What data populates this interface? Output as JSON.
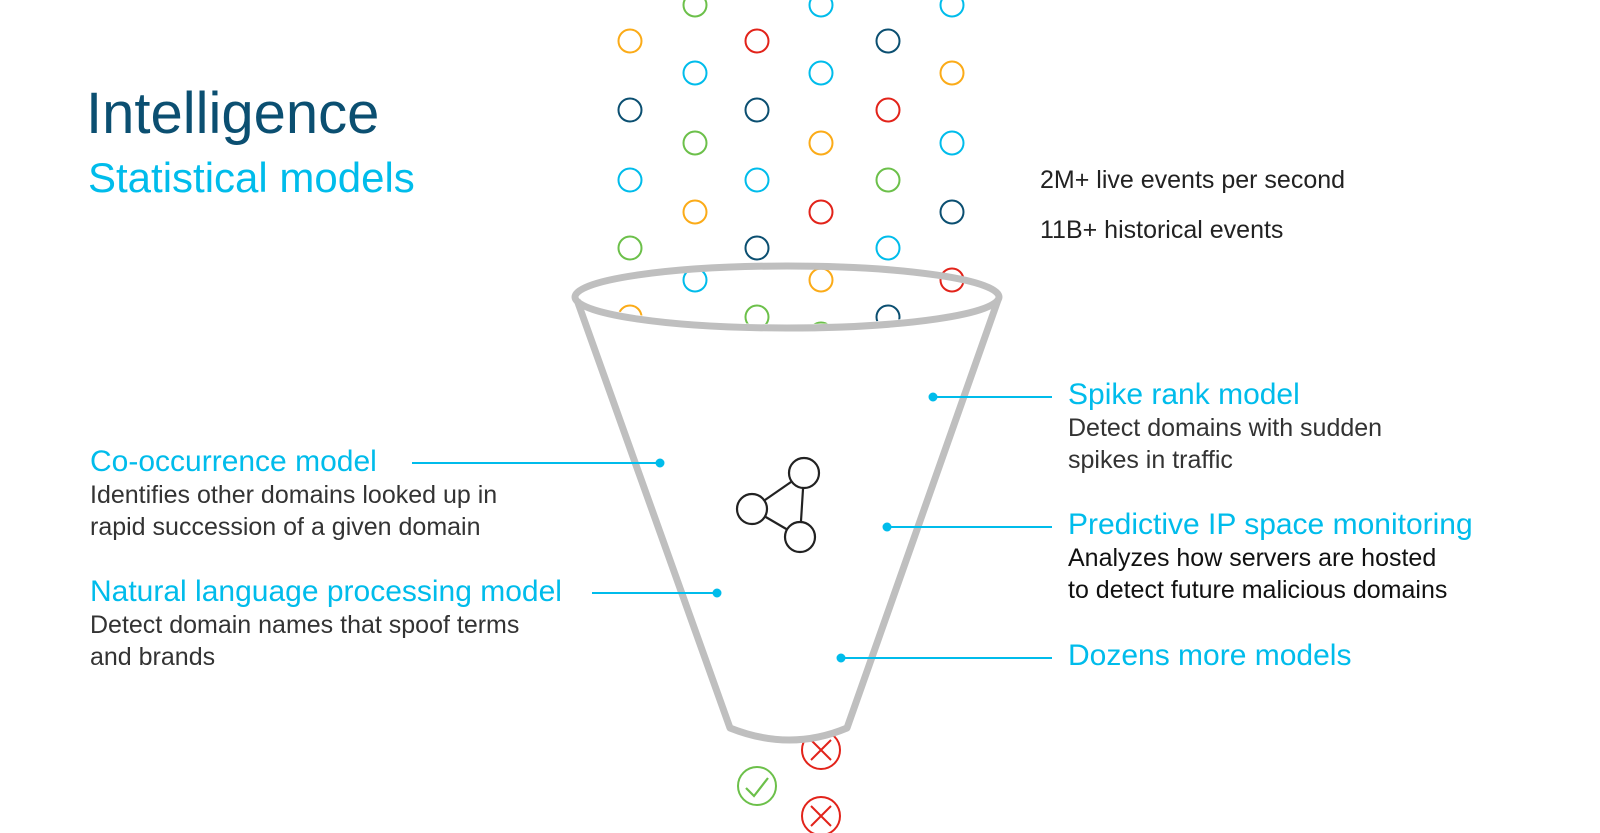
{
  "header": {
    "title": "Intelligence",
    "subtitle": "Statistical models"
  },
  "stats": [
    "2M+ live events per second",
    "11B+ historical events"
  ],
  "models_left": [
    {
      "name": "Co-occurrence model",
      "desc": [
        "Identifies other domains looked up in",
        "rapid succession of a given domain"
      ]
    },
    {
      "name": "Natural language processing model",
      "desc": [
        "Detect domain names that spoof terms",
        "and  brands"
      ]
    }
  ],
  "models_right": [
    {
      "name": "Spike rank model",
      "desc": [
        "Detect domains with sudden",
        "spikes in traffic"
      ]
    },
    {
      "name": "Predictive IP space monitoring",
      "desc": [
        "Analyzes how servers are hosted",
        "to detect future malicious domains"
      ]
    },
    {
      "name": "Dozens more models",
      "desc": []
    }
  ],
  "colors": {
    "navy": "#0b4f71",
    "cyan": "#00bceb",
    "orange": "#fbab18",
    "red": "#e2231a",
    "green": "#6cc04a",
    "gray": "#bfbfbf"
  },
  "events": [
    [
      "green",
      695,
      5
    ],
    [
      "cyan",
      821,
      5
    ],
    [
      "cyan",
      952,
      5
    ],
    [
      "orange",
      630,
      41
    ],
    [
      "red",
      757,
      41
    ],
    [
      "navy",
      888,
      41
    ],
    [
      "cyan",
      695,
      73
    ],
    [
      "cyan",
      821,
      73
    ],
    [
      "orange",
      952,
      73
    ],
    [
      "navy",
      630,
      110
    ],
    [
      "navy",
      757,
      110
    ],
    [
      "red",
      888,
      110
    ],
    [
      "green",
      695,
      143
    ],
    [
      "orange",
      821,
      143
    ],
    [
      "cyan",
      952,
      143
    ],
    [
      "cyan",
      630,
      180
    ],
    [
      "cyan",
      757,
      180
    ],
    [
      "green",
      888,
      180
    ],
    [
      "orange",
      695,
      212
    ],
    [
      "red",
      821,
      212
    ],
    [
      "navy",
      952,
      212
    ],
    [
      "green",
      630,
      248
    ],
    [
      "navy",
      757,
      248
    ],
    [
      "cyan",
      888,
      248
    ],
    [
      "cyan",
      695,
      280
    ],
    [
      "orange",
      821,
      280
    ],
    [
      "red",
      952,
      280
    ],
    [
      "orange",
      630,
      317
    ],
    [
      "green",
      757,
      317
    ],
    [
      "navy",
      888,
      317
    ],
    [
      "green",
      821,
      334
    ]
  ]
}
